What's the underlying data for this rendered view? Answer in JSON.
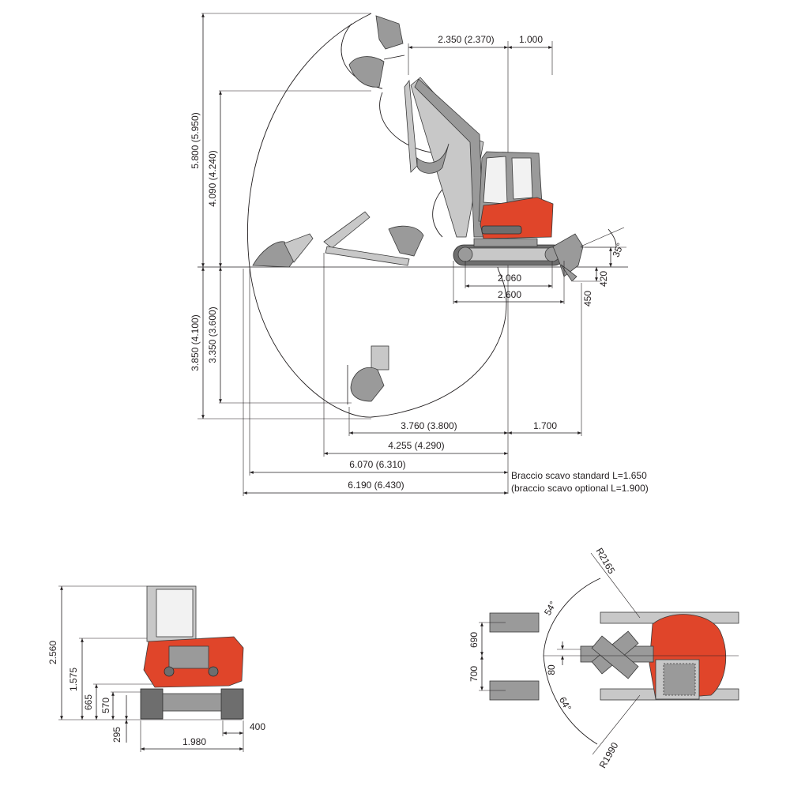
{
  "dims": {
    "reach_arm": "2.350 (2.370)",
    "tail": "1.000",
    "max_height": "5.800 (5.950)",
    "dump_height": "4.090 (4.240)",
    "max_depth": "3.850 (4.100)",
    "vert_depth": "3.350 (3.600)",
    "track_length_inner": "2.060",
    "track_length": "2.600",
    "blade_angle": "35°",
    "blade_height": "420",
    "blade_depth": "450",
    "d1": "3.760 (3.800)",
    "blade_dist": "1.700",
    "d2": "4.255 (4.290)",
    "d3": "6.070 (6.310)",
    "d4": "6.190 (6.430)",
    "front_height": "2.560",
    "front_cab": "1.575",
    "front_665": "665",
    "front_570": "570",
    "front_295": "295",
    "front_400": "400",
    "front_width": "1.980",
    "top_r1": "R2165",
    "top_r2": "R1990",
    "top_a1": "54°",
    "top_a2": "64°",
    "top_690": "690",
    "top_700": "700",
    "top_80": "80"
  },
  "notes": {
    "arm_standard": "Braccio scavo standard L=1.650",
    "arm_optional": "(braccio scavo optional L=1.900)"
  },
  "colors": {
    "body_red": "#e0452a",
    "steel_grey": "#9a9a9a",
    "line": "#231f20"
  }
}
